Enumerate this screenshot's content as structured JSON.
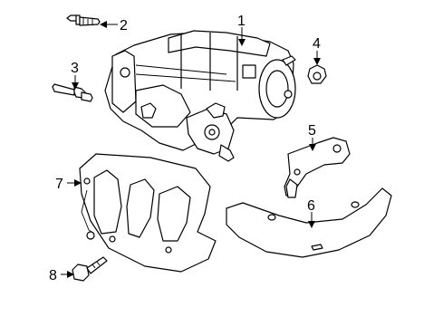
{
  "callouts": [
    {
      "id": "1",
      "label": "1"
    },
    {
      "id": "2",
      "label": "2"
    },
    {
      "id": "3",
      "label": "3"
    },
    {
      "id": "4",
      "label": "4"
    },
    {
      "id": "5",
      "label": "5"
    },
    {
      "id": "6",
      "label": "6"
    },
    {
      "id": "7",
      "label": "7"
    },
    {
      "id": "8",
      "label": "8"
    }
  ],
  "colors": {
    "line": "#000000",
    "fill": "#ffffff",
    "background": "#ffffff"
  }
}
